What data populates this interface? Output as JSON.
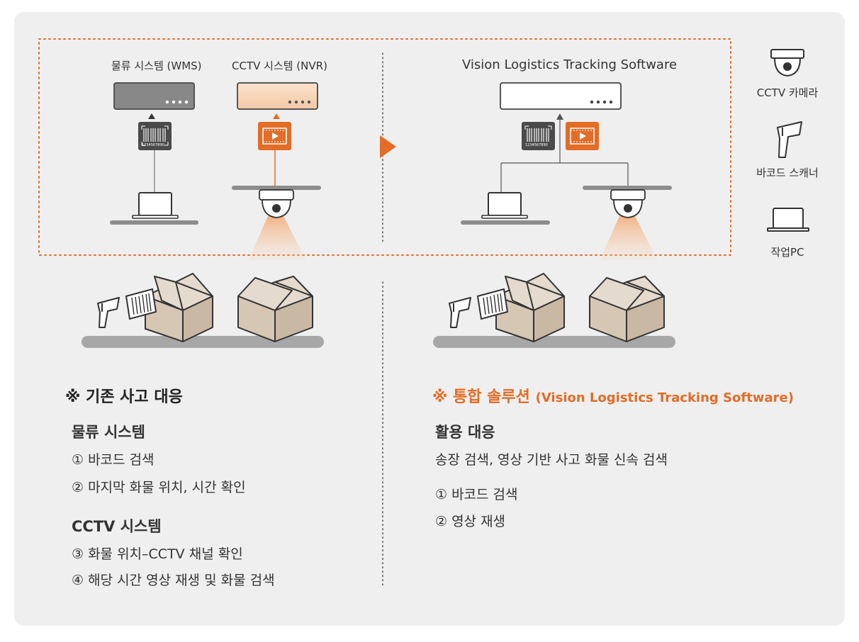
{
  "colors": {
    "panel": "#efefef",
    "accent": "#e36c26",
    "dark_icon": "#4a4a4a",
    "box": "#d9cdbf",
    "conveyor": "#a7a7a7"
  },
  "diagram": {
    "left": {
      "wms_label": "물류 시스템 (WMS)",
      "nvr_label": "CCTV 시스템 (NVR)"
    },
    "right": {
      "software_label": "Vision Logistics Tracking Software"
    },
    "barcode_number": "1234567890"
  },
  "legend": {
    "items": [
      {
        "icon": "dome-camera-icon",
        "label": "CCTV 카메라"
      },
      {
        "icon": "barcode-scanner-icon",
        "label": "바코드 스캐너"
      },
      {
        "icon": "laptop-icon",
        "label": "작업PC"
      }
    ]
  },
  "existing": {
    "title": "※ 기존 사고 대응",
    "wms_heading": "물류 시스템",
    "wms_items": [
      "① 바코드 검색",
      "② 마지막 화물 위치, 시간 확인"
    ],
    "cctv_heading": "CCTV 시스템",
    "cctv_items": [
      "③ 화물 위치–CCTV 채널 확인",
      "④ 해당 시간 영상 재생 및 화물 검색"
    ]
  },
  "integrated": {
    "title_main": "※ 통합 솔루션",
    "title_sub": "(Vision Logistics Tracking Software)",
    "usage_heading": "활용 대응",
    "usage_desc": "송장 검색, 영상 기반 사고 화물 신속 검색",
    "items": [
      "① 바코드 검색",
      "② 영상 재생"
    ]
  }
}
